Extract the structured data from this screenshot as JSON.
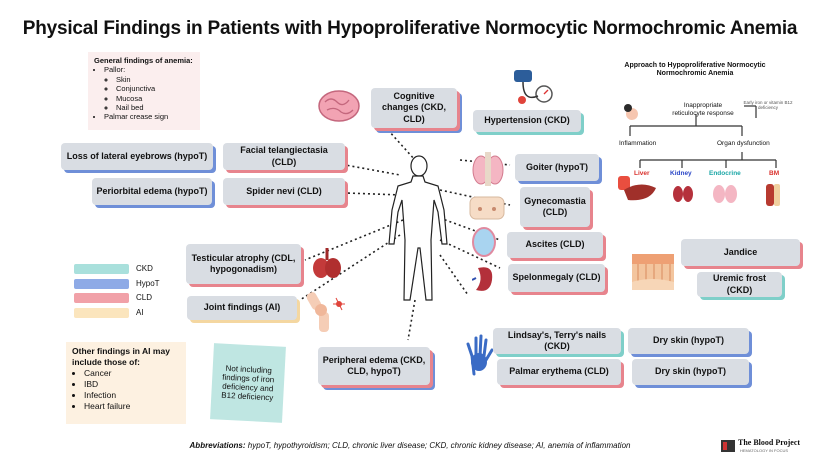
{
  "title": "Physical Findings in Patients with Hypoproliferative Normocytic Normochromic Anemia",
  "general": {
    "heading": "General findings of anemia:",
    "pallor": "Pallor:",
    "pallor_items": [
      "Skin",
      "Conjunctiva",
      "Mucosa",
      "Nail bed"
    ],
    "palmar": "Palmar crease sign"
  },
  "boxes": {
    "cognitive": "Cognitive changes (CKD, CLD)",
    "hypertension": "Hypertension (CKD)",
    "eyebrows": "Loss of lateral eyebrows (hypoT)",
    "telangiectasia": "Facial telangiectasia (CLD)",
    "periorbital": "Periorbital edema (hypoT)",
    "spider": "Spider nevi (CLD)",
    "goiter": "Goiter (hypoT)",
    "gynecomastia": "Gynecomastia (CLD)",
    "ascites": "Ascites (CLD)",
    "splenomegaly": "Spelonmegaly (CLD)",
    "testicular": "Testicular atrophy (CDL, hypogonadism)",
    "joint": "Joint findings (AI)",
    "peripheral": "Peripheral edema (CKD, CLD, hypoT)",
    "nails": "Lindsay's, Terry's  nails (CKD)",
    "palmar": "Palmar erythema (CLD)",
    "dryskin1": "Dry skin (hypoT)",
    "dryskin2": "Dry skin (hypoT)",
    "jaundice": "Jandice",
    "uremic": "Uremic frost (CKD)"
  },
  "legend": [
    {
      "label": "CKD",
      "color": "#a9e0dc"
    },
    {
      "label": "HypoT",
      "color": "#8eaae6"
    },
    {
      "label": "CLD",
      "color": "#f1a1a8"
    },
    {
      "label": "AI",
      "color": "#fbe5bd"
    }
  ],
  "ai_box": {
    "heading": "Other findings in AI may include those of:",
    "items": [
      "Cancer",
      "IBD",
      "Infection",
      "Heart failure"
    ]
  },
  "note": "Not including findings of iron deficiency and B12 deficiency",
  "approach": {
    "title": "Approach to Hypoproliferative Normocytic Normochromic Anemia",
    "inappropriate": "Inappropriate reticulocyte response",
    "early": "Early iron or vitamin B12 deficiency",
    "inflammation": "Inflammation",
    "organ": "Organ dysfunction",
    "organs": [
      {
        "label": "Liver",
        "color": "#d9302c"
      },
      {
        "label": "Kidney",
        "color": "#2b47c7"
      },
      {
        "label": "Endocrine",
        "color": "#1aa6a6"
      },
      {
        "label": "BM",
        "color": "#d9302c"
      }
    ]
  },
  "abbreviations": {
    "label": "Abbreviations:",
    "text": " hypoT, hypothyroidism; CLD, chronic liver disease; CKD, chronic kidney disease; AI, anemia of inflammation"
  },
  "logo": {
    "name": "The Blood Project",
    "sub": "HEMATOLOGY IN FOCUS"
  }
}
